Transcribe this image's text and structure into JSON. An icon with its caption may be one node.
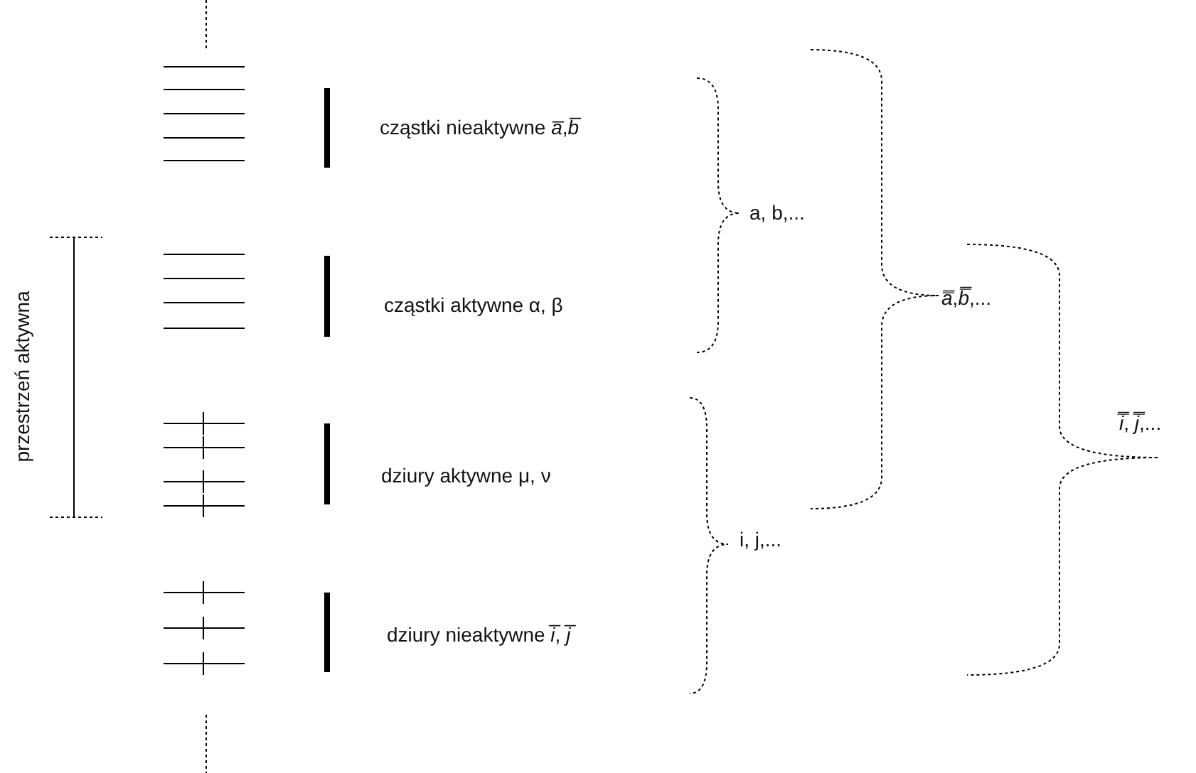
{
  "diagram": {
    "labels": [
      "przestrzeń aktywna",
      "cząstki nieaktywne  *a̅*,*b̅*",
      "cząstki aktywne α, β",
      "dziury aktywne μ, ν",
      "dziury nieaktywne  *i̅*, *j̅*",
      "a, b,...",
      "i, j,...",
      "*a̿*,*b̿*,...",
      "*i̿*, *j̿*,..."
    ]
  }
}
